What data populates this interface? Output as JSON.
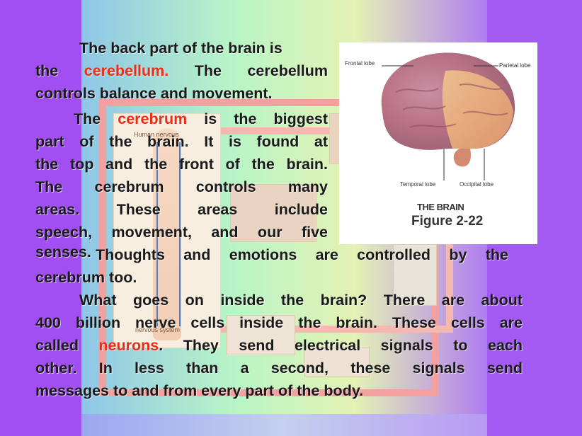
{
  "paragraph1": {
    "l1": "The back part of the brain is",
    "l2_a": "the",
    "l2_red": "cerebellum.",
    "l2_b": "The cerebellum",
    "l3": "controls balance and movement."
  },
  "paragraph2": {
    "l1_a": "The",
    "l1_red": "cerebrum",
    "l1_b": "is the biggest",
    "l2": "part of the brain. It is found at",
    "l3": "the top and the front of the brain.",
    "l4": "The cerebrum controls many",
    "l5": "areas. These areas include",
    "l6": "speech, movement, and our five",
    "l7_a": "senses.",
    "l7_b": "Thoughts and emotions are controlled by the",
    "l8": "cerebrum too."
  },
  "paragraph3": {
    "l1": "What goes on inside the brain?  There are about",
    "l2": "400 billion nerve cells inside the brain. These cells are",
    "l3_a": "called",
    "l3_red": "neurons",
    "l3_b": ". They send electrical signals to each",
    "l4": "other.  In less than a second, these signals send",
    "l5": "messages to and from every part of the body."
  },
  "figure": {
    "title": "THE BRAIN",
    "number": "Figure 2-22",
    "labels": {
      "frontal": "Frontal lobe",
      "parietal": "Parietal lobe",
      "temporal": "Temporal lobe",
      "occipital": "Occipital lobe"
    }
  },
  "collage": {
    "label_top": "Human nervous",
    "label_bottom": "nervous system"
  },
  "colors": {
    "highlight": "#ee2b15",
    "frame": "#f2a0a0",
    "background": "#a45cf0"
  }
}
